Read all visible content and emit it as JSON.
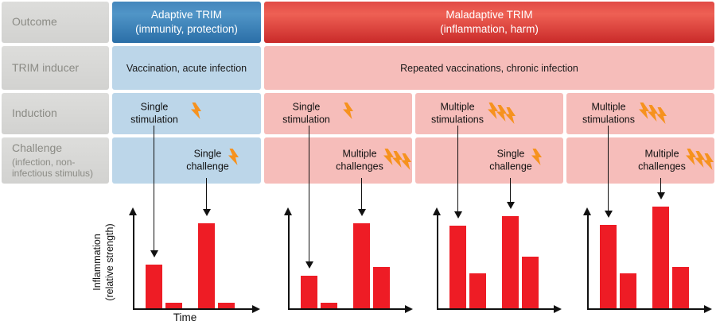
{
  "palette": {
    "adaptive_blue_top": "#4486bc",
    "adaptive_blue_mid": "#5095c7",
    "adaptive_blue_bottom": "#2a6ea7",
    "maladaptive_red_top": "#e14a45",
    "maladaptive_red_mid": "#ee6054",
    "maladaptive_red_bottom": "#c92a29",
    "light_blue": "#bcd6e9",
    "light_pink": "#f6bdba",
    "label_gray_top": "#dddddb",
    "label_gray_bottom": "#d2d2d0",
    "label_text": "#8b8b85",
    "bar_red": "#ee1c25",
    "bolt_orange": "#f6921e",
    "ink": "#1a1a1a"
  },
  "table": {
    "row_labels": [
      {
        "label": "Outcome",
        "sub": ""
      },
      {
        "label": "TRIM inducer",
        "sub": ""
      },
      {
        "label": "Induction",
        "sub": ""
      },
      {
        "label": "Challenge",
        "sub": "(infection, non-infectious stimulus)"
      }
    ],
    "outcome": {
      "adaptive": {
        "title": "Adaptive TRIM",
        "subtitle": "(immunity, protection)"
      },
      "maladaptive": {
        "title": "Maladaptive TRIM",
        "subtitle": "(inflammation, harm)"
      }
    },
    "inducer": {
      "adaptive": "Vaccination, acute infection",
      "maladaptive": "Repeated vaccinations, chronic infection"
    },
    "induction_cells": [
      {
        "text": "Single stimulation",
        "bolts": 1,
        "tone": "blue"
      },
      {
        "text": "Single stimulation",
        "bolts": 1,
        "tone": "pink"
      },
      {
        "text": "Multiple stimulations",
        "bolts": 3,
        "tone": "pink"
      },
      {
        "text": "Multiple stimulations",
        "bolts": 3,
        "tone": "pink"
      }
    ],
    "challenge_cells": [
      {
        "text": "Single challenge",
        "bolts": 1,
        "tone": "blue"
      },
      {
        "text": "Multiple challenges",
        "bolts": 3,
        "tone": "pink"
      },
      {
        "text": "Single challenge",
        "bolts": 1,
        "tone": "pink"
      },
      {
        "text": "Multiple challenges",
        "bolts": 3,
        "tone": "pink"
      }
    ]
  },
  "chart_data": {
    "type": "bar",
    "xlabel": "Time",
    "ylabel": "Inflammation (relative strength)",
    "ylabel_lines": [
      "Inflammation",
      "(relative strength)"
    ],
    "ylim": [
      0,
      1
    ],
    "grid": false,
    "ticks": "none",
    "bar_color": "#ee1c25",
    "induction_arrow_bar": 0,
    "challenge_arrow_bar": 2,
    "panels": [
      {
        "name": "adaptive-trim",
        "induction": "Single stimulation",
        "challenge": "Single challenge",
        "values": [
          0.45,
          0.06,
          0.88,
          0.06
        ]
      },
      {
        "name": "maladaptive-single-stim-multiple-challenges",
        "induction": "Single stimulation",
        "challenge": "Multiple challenges",
        "values": [
          0.34,
          0.06,
          0.88,
          0.43
        ]
      },
      {
        "name": "maladaptive-multiple-stims-single-challenge",
        "induction": "Multiple stimulations",
        "challenge": "Single challenge",
        "values": [
          0.85,
          0.36,
          0.95,
          0.53
        ]
      },
      {
        "name": "maladaptive-multiple-stims-multiple-challenges",
        "induction": "Multiple stimulations",
        "challenge": "Multiple challenges",
        "values": [
          0.86,
          0.36,
          1.05,
          0.43
        ]
      }
    ]
  }
}
